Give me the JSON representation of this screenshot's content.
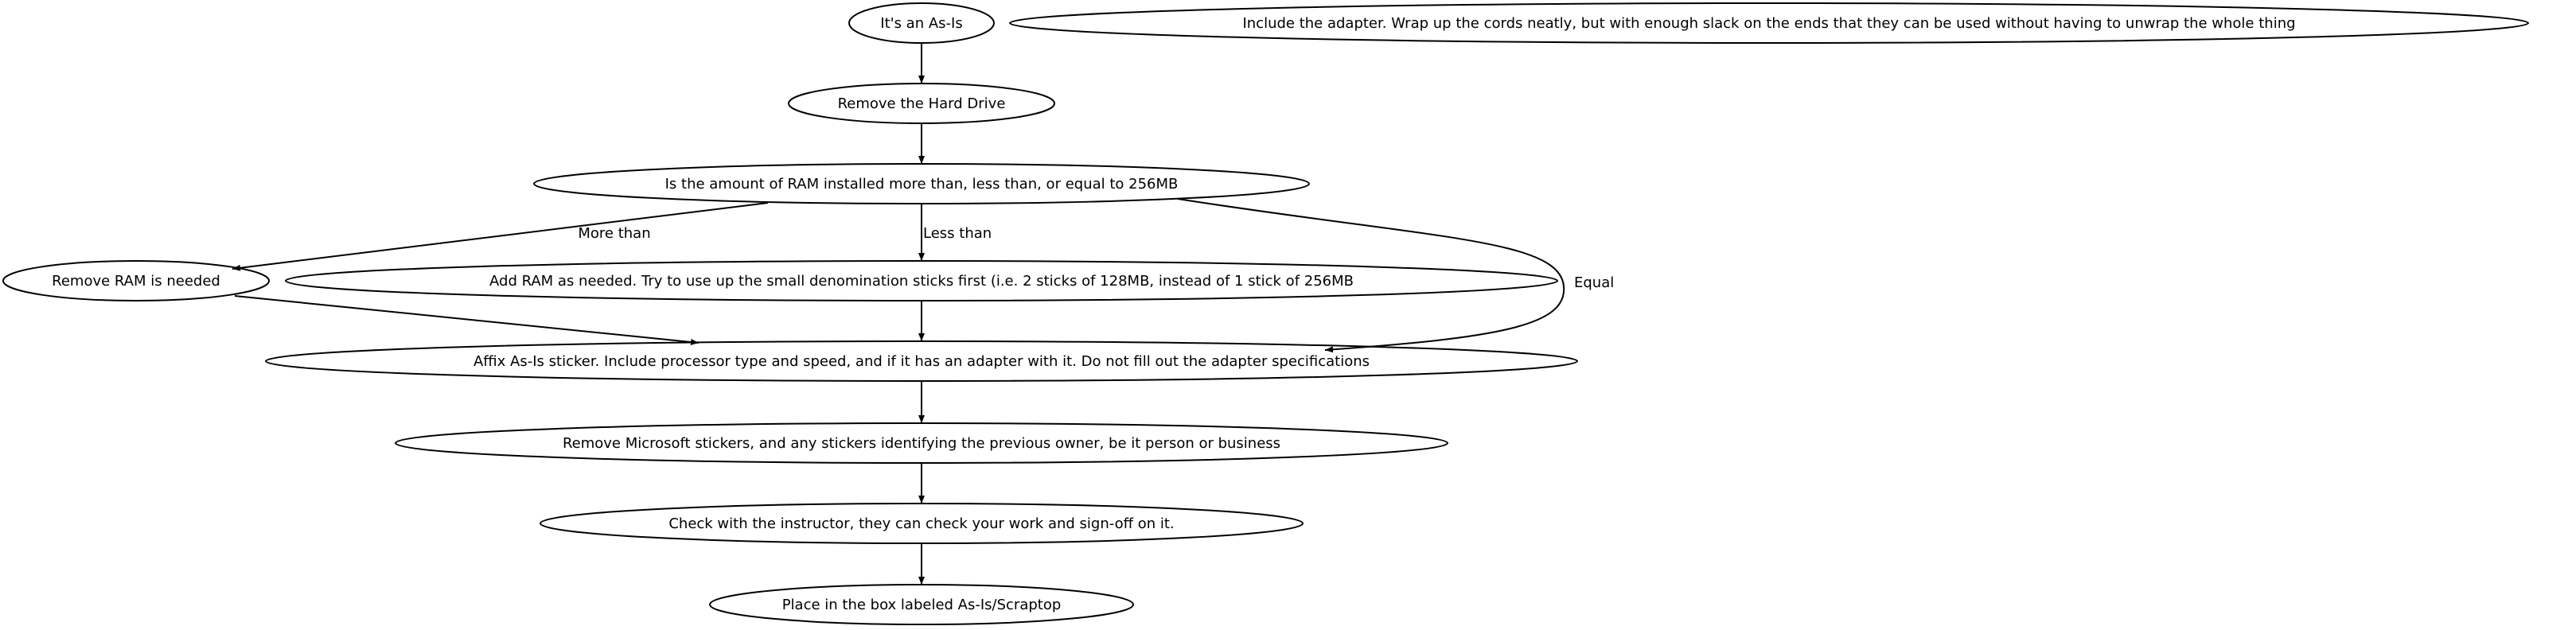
{
  "nodes": {
    "as_is": "It's an As-Is",
    "adapter": "Include the adapter. Wrap up the cords neatly, but with enough slack on the ends that they can be used without having to unwrap the whole thing",
    "remove_hd": "Remove the Hard Drive",
    "ram_question": "Is the amount of RAM  installed more than, less than, or equal to 256MB",
    "remove_ram": "Remove RAM is needed",
    "add_ram": "Add RAM as needed. Try to use up the small denomination sticks first (i.e. 2 sticks of 128MB, instead of 1 stick of 256MB",
    "affix": "Affix As-Is sticker. Include processor type and speed, and if it has an adapter with it. Do not fill out the adapter specifications",
    "remove_ms": "Remove Microsoft stickers, and any stickers identifying the previous owner, be it person or business",
    "check": "Check with the instructor, they can check your work and sign-off on it.",
    "place": "Place in the box labeled As-Is/Scraptop"
  },
  "edge_labels": {
    "more": "More than",
    "less": "Less than",
    "equal": "Equal"
  }
}
